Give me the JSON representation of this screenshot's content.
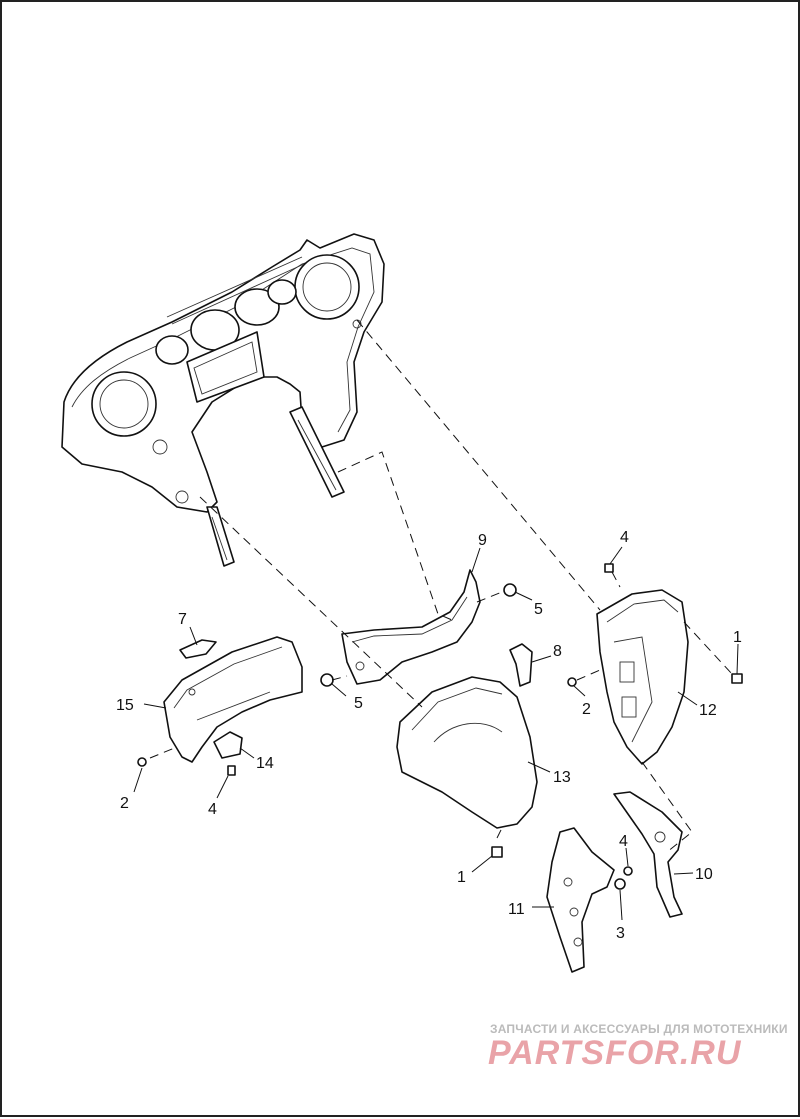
{
  "callouts": [
    {
      "id": "c1a",
      "text": "1"
    },
    {
      "id": "c1b",
      "text": "1"
    },
    {
      "id": "c2a",
      "text": "2"
    },
    {
      "id": "c2b",
      "text": "2"
    },
    {
      "id": "c3",
      "text": "3"
    },
    {
      "id": "c4a",
      "text": "4"
    },
    {
      "id": "c4b",
      "text": "4"
    },
    {
      "id": "c4c",
      "text": "4"
    },
    {
      "id": "c5a",
      "text": "5"
    },
    {
      "id": "c5b",
      "text": "5"
    },
    {
      "id": "c7",
      "text": "7"
    },
    {
      "id": "c8",
      "text": "8"
    },
    {
      "id": "c9",
      "text": "9"
    },
    {
      "id": "c10",
      "text": "10"
    },
    {
      "id": "c11",
      "text": "11"
    },
    {
      "id": "c12",
      "text": "12"
    },
    {
      "id": "c13",
      "text": "13"
    },
    {
      "id": "c14",
      "text": "14"
    },
    {
      "id": "c15",
      "text": "15"
    }
  ],
  "watermark": {
    "caption": "ЗАПЧАСТИ И АКСЕССУАРЫ ДЛЯ МОТОТЕХНИКИ",
    "logo": "PARTSFOR.RU"
  },
  "colors": {
    "line": "#111111",
    "watermark_logo": "#e9a3a8",
    "watermark_caption": "#bbbbbb"
  }
}
